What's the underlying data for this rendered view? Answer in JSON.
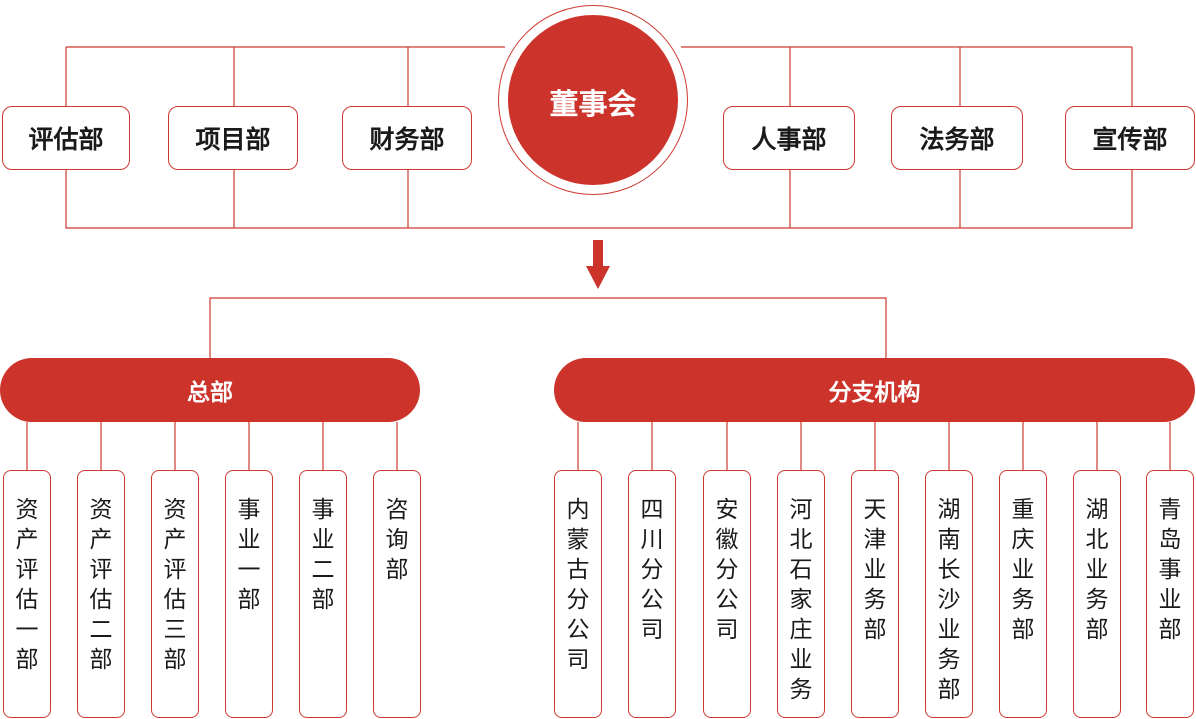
{
  "colors": {
    "accent": "#cc332b",
    "line": "#cf3a30",
    "text": "#1a1a1a"
  },
  "board": {
    "label": "董事会"
  },
  "departments_left": [
    {
      "label": "评估部"
    },
    {
      "label": "项目部"
    },
    {
      "label": "财务部"
    }
  ],
  "departments_right": [
    {
      "label": "人事部"
    },
    {
      "label": "法务部"
    },
    {
      "label": "宣传部"
    }
  ],
  "headquarters": {
    "label": "总部",
    "children": [
      {
        "label": "资产评估一部"
      },
      {
        "label": "资产评估二部"
      },
      {
        "label": "资产评估三部"
      },
      {
        "label": "事业一部"
      },
      {
        "label": "事业二部"
      },
      {
        "label": "咨询部"
      }
    ]
  },
  "branches": {
    "label": "分支机构",
    "children": [
      {
        "label": "内蒙古分公司"
      },
      {
        "label": "四川分公司"
      },
      {
        "label": "安徽分公司"
      },
      {
        "label": "河北石家庄业务"
      },
      {
        "label": "天津业务部"
      },
      {
        "label": "湖南长沙业务部"
      },
      {
        "label": "重庆业务部"
      },
      {
        "label": "湖北业务部"
      },
      {
        "label": "青岛事业部"
      }
    ]
  }
}
